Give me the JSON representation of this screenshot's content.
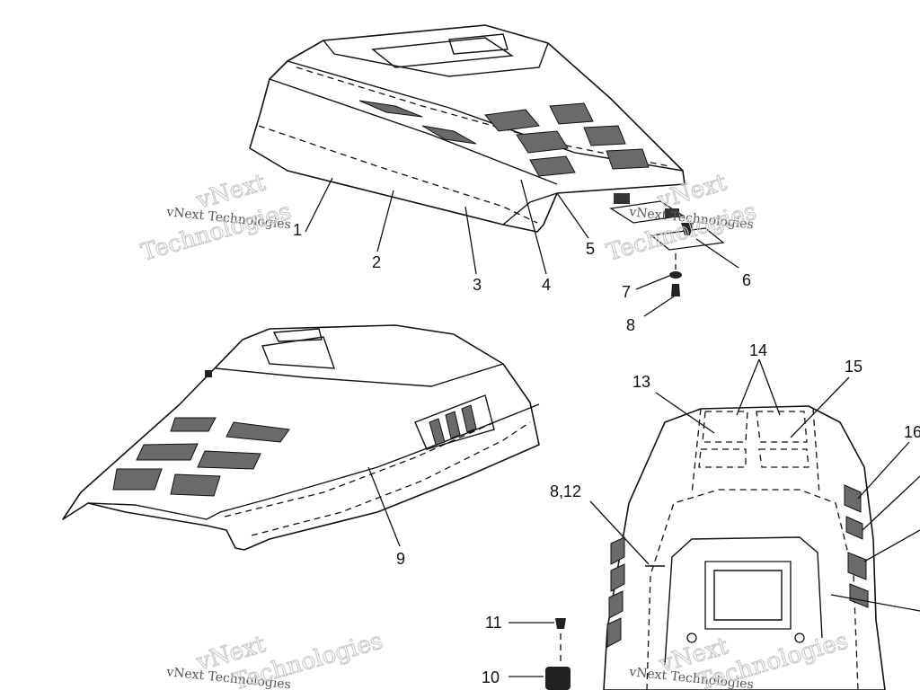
{
  "callouts": {
    "c1": "1",
    "c2": "2",
    "c3": "3",
    "c4": "4",
    "c5": "5",
    "c6": "6",
    "c7": "7",
    "c8": "8",
    "c9": "9",
    "c10": "10",
    "c11": "11",
    "c812": "8,12",
    "c13": "13",
    "c14": "14",
    "c15": "15",
    "c16": "16"
  },
  "watermark": {
    "line1": "vNext",
    "line2": "Technologies",
    "small": "vNext Technologies"
  }
}
